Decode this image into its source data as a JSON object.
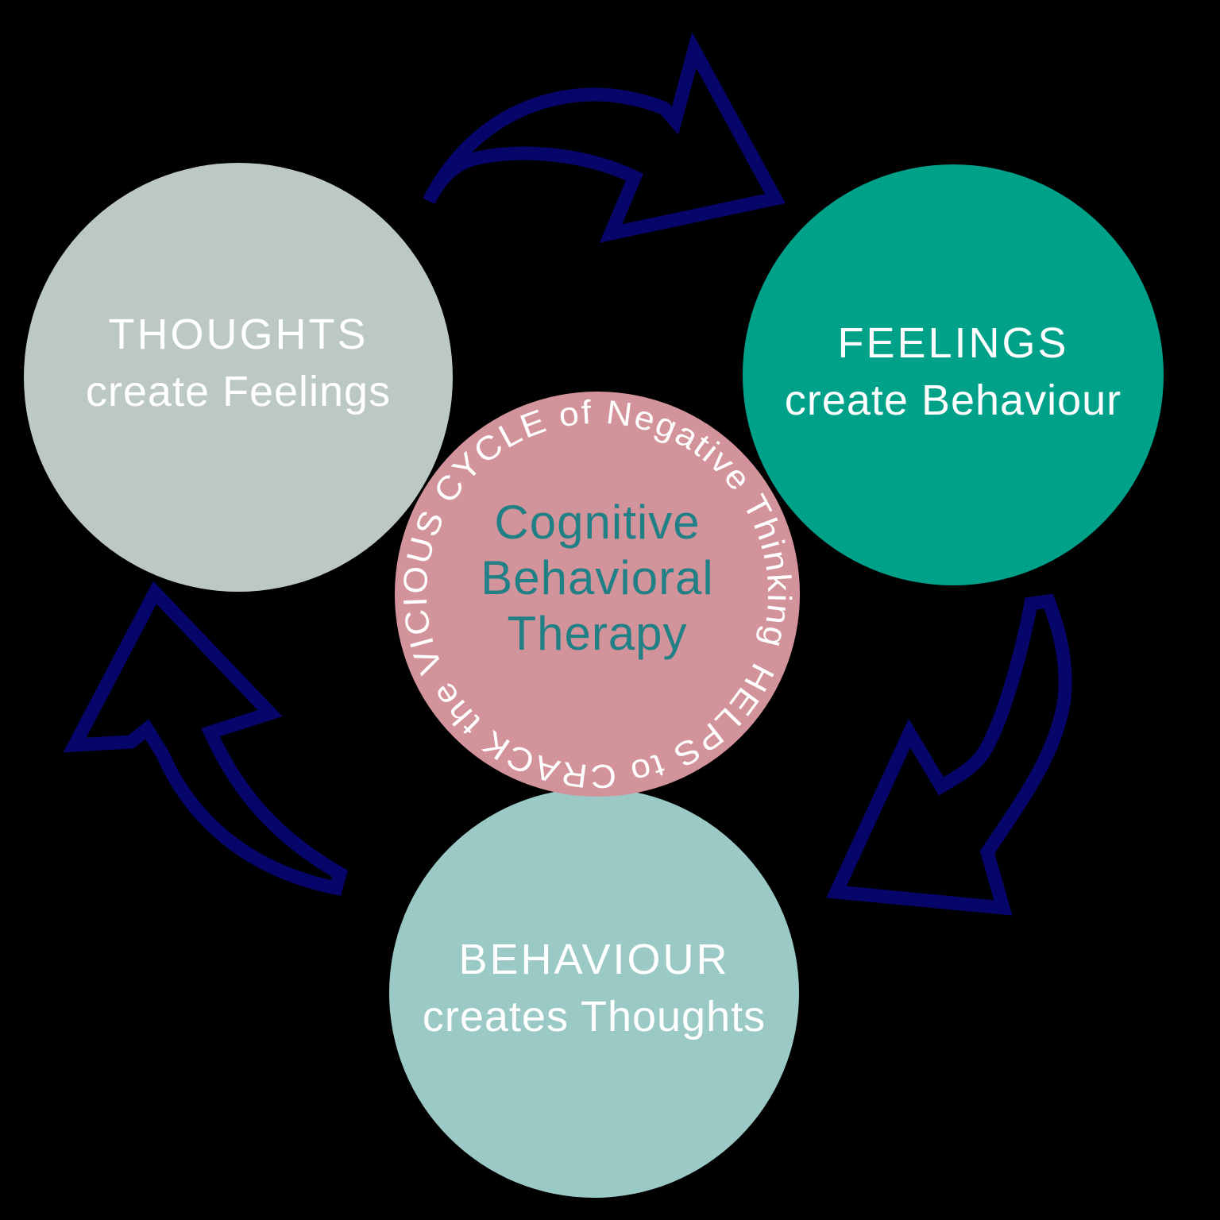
{
  "colors": {
    "background": "#000000",
    "navy_arrow": "#06066a",
    "white_text": "#ffffff",
    "center_text_teal": "#217f86"
  },
  "circles": {
    "thoughts": {
      "title": "THOUGHTS",
      "subtitle": "create Feelings",
      "color": "#bcc8c3"
    },
    "feelings": {
      "title": "FEELINGS",
      "subtitle": "create Behaviour",
      "color": "#00a189"
    },
    "behaviour": {
      "title": "BEHAVIOUR",
      "subtitle": "creates Thoughts",
      "color": "#9bcac6"
    },
    "center": {
      "line1": "Cognitive",
      "line2": "Behavioral",
      "line3": "Therapy",
      "color": "#d2949a",
      "ring_text": "HELPS to CRACK the VICIOUS CYCLE of Negative Thinking"
    }
  }
}
